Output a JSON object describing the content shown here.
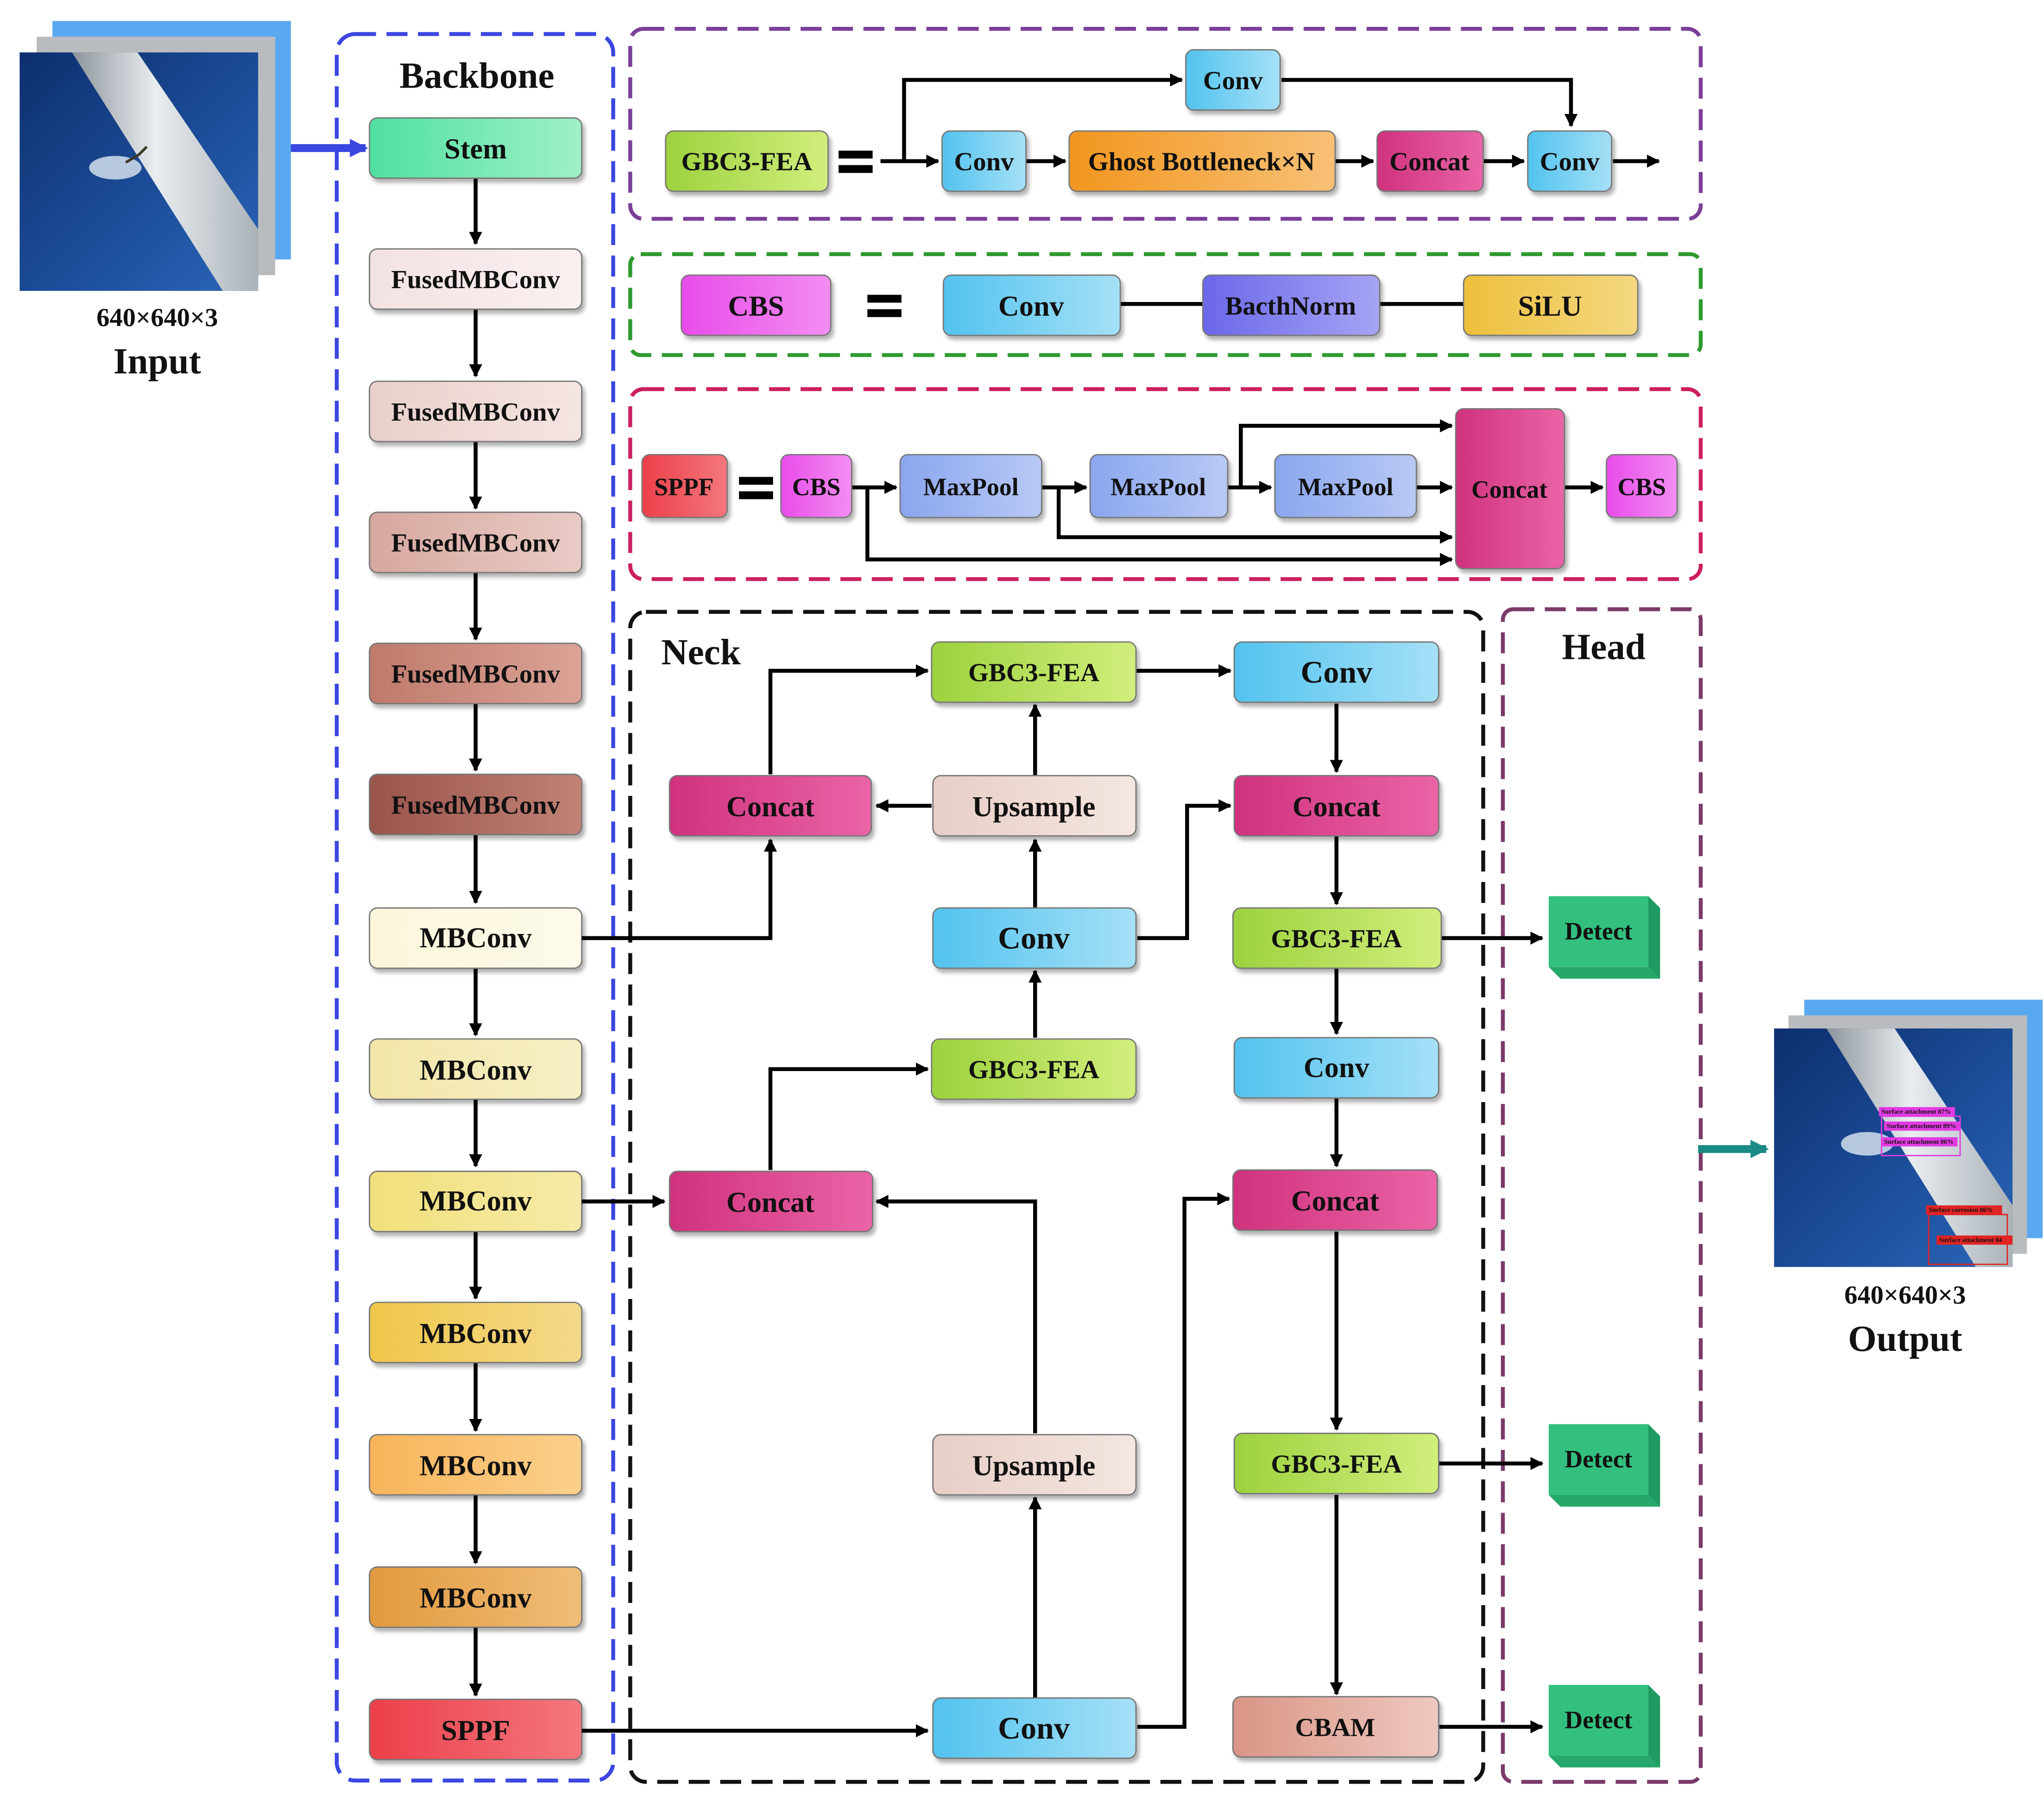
{
  "input": {
    "dims": "640×640×3",
    "label": "Input"
  },
  "output": {
    "dims": "640×640×3",
    "label": "Output",
    "detections": [
      "Surface attachment 87%",
      "Surface attachment 89%",
      "Surface attachment 86%",
      "Surface corrosion 86%",
      "Surface attachment 84"
    ]
  },
  "sections": {
    "backbone": "Backbone",
    "neck": "Neck",
    "head": "Head"
  },
  "backbone_blocks": [
    "Stem",
    "FusedMBConv",
    "FusedMBConv",
    "FusedMBConv",
    "FusedMBConv",
    "FusedMBConv",
    "MBConv",
    "MBConv",
    "MBConv",
    "MBConv",
    "MBConv",
    "MBConv",
    "SPPF"
  ],
  "gbc3_def": {
    "name": "GBC3-FEA",
    "conv_top": "Conv",
    "conv1": "Conv",
    "ghost": "Ghost Bottleneck×N",
    "concat": "Concat",
    "conv2": "Conv"
  },
  "cbs_def": {
    "name": "CBS",
    "conv": "Conv",
    "bn": "BacthNorm",
    "silu": "SiLU"
  },
  "sppf_def": {
    "name": "SPPF",
    "cbs1": "CBS",
    "pool1": "MaxPool",
    "pool2": "MaxPool",
    "pool3": "MaxPool",
    "concat": "Concat",
    "cbs2": "CBS"
  },
  "neck": {
    "concat_a": "Concat",
    "gbc3_top": "GBC3-FEA",
    "upsample_a": "Upsample",
    "conv_mid": "Conv",
    "gbc3_mid": "GBC3-FEA",
    "concat_b": "Concat",
    "upsample_b": "Upsample",
    "conv_bottom": "Conv",
    "conv_r1": "Conv",
    "concat_r1": "Concat",
    "gbc3_r1": "GBC3-FEA",
    "conv_r2": "Conv",
    "concat_r2": "Concat",
    "gbc3_r2": "GBC3-FEA",
    "cbam": "CBAM"
  },
  "head": {
    "detect": [
      "Detect",
      "Detect",
      "Detect"
    ]
  },
  "colors": {
    "backbone_border": "#3b47e0",
    "gbc3_border": "#7b3f98",
    "cbs_border": "#2e9a2e",
    "sppf_border": "#cc1f5f",
    "neck_border": "#111111",
    "head_border": "#7a3a6a",
    "conv": "#5cc8ee",
    "concat": "#d9468a",
    "gbc3": "#a9d94a",
    "upsample": "#ecd6cf",
    "detect": "#33c07f",
    "cbam": "#e0a89a",
    "sppf": "#ef4c54",
    "cbs": "#ec5ff0",
    "maxpool": "#9ab0ee",
    "ghost": "#f4a23a",
    "batchnorm": "#7a77ec",
    "silu": "#efc84d"
  }
}
